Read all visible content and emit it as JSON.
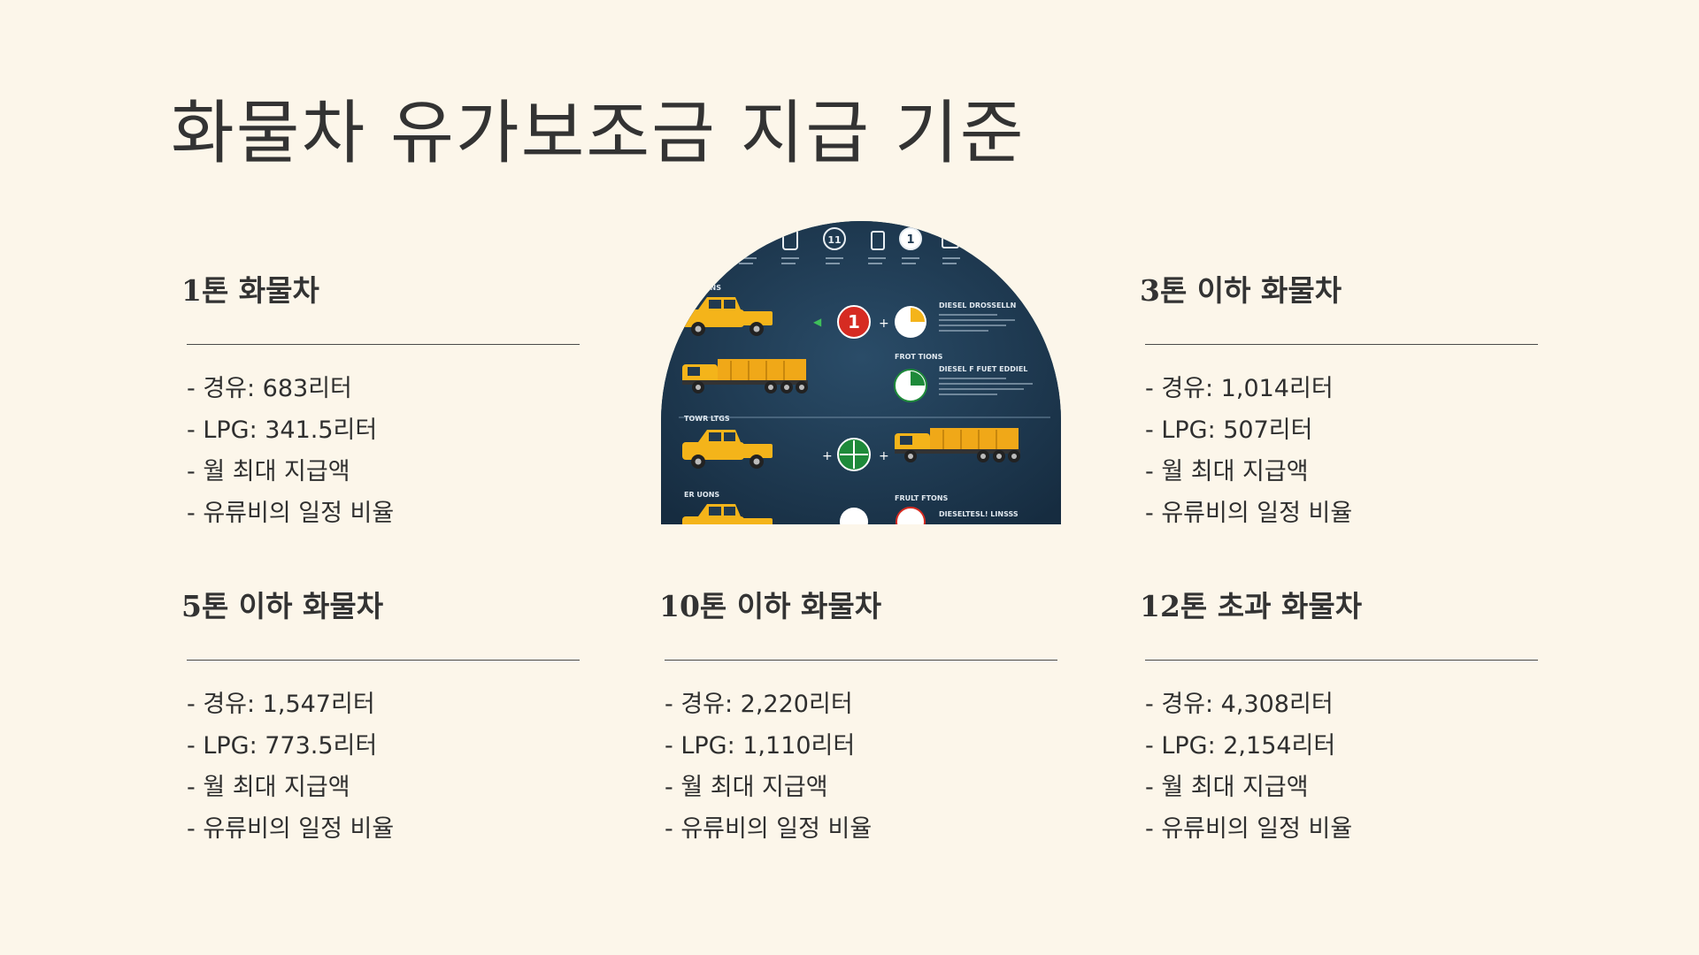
{
  "page": {
    "title": "화물차 유가보조금 지급 기준"
  },
  "cards": [
    {
      "title": "1톤 화물차",
      "items": [
        "- 경유: 683리터",
        "- LPG: 341.5리터",
        "- 월 최대 지급액",
        "- 유류비의 일정 비율"
      ]
    },
    {
      "title": "3톤 이하 화물차",
      "items": [
        "- 경유: 1,014리터",
        "- LPG: 507리터",
        "- 월 최대 지급액",
        "- 유류비의 일정 비율"
      ]
    },
    {
      "title": "5톤 이하 화물차",
      "items": [
        "- 경유: 1,547리터",
        "- LPG: 773.5리터",
        "- 월 최대 지급액",
        "- 유류비의 일정 비율"
      ]
    },
    {
      "title": "10톤 이하 화물차",
      "items": [
        "- 경유: 2,220리터",
        "- LPG: 1,110리터",
        "- 월 최대 지급액",
        "- 유류비의 일정 비율"
      ]
    },
    {
      "title": "12톤 초과 화물차",
      "items": [
        "- 경유: 4,308리터",
        "- LPG: 2,154리터",
        "- 월 최대 지급액",
        "- 유류비의 일정 비율"
      ]
    }
  ],
  "illustration": {
    "icon_numbers": [
      "11",
      "1"
    ],
    "badge_numbers": [
      "1"
    ],
    "labels": [
      "DIESEL DROSSELLN",
      "FROT TIONS",
      "DIESEL F FUET EDDIEL",
      "TOWR LTGS",
      "ER UONS",
      "FRULT FTONS",
      "DIESELTESL! LINSSS",
      "E DEKINS"
    ],
    "colors": {
      "background": "#1d3850",
      "truck": "#f4b41a",
      "red": "#d62b22",
      "green": "#1e8a3a"
    }
  }
}
